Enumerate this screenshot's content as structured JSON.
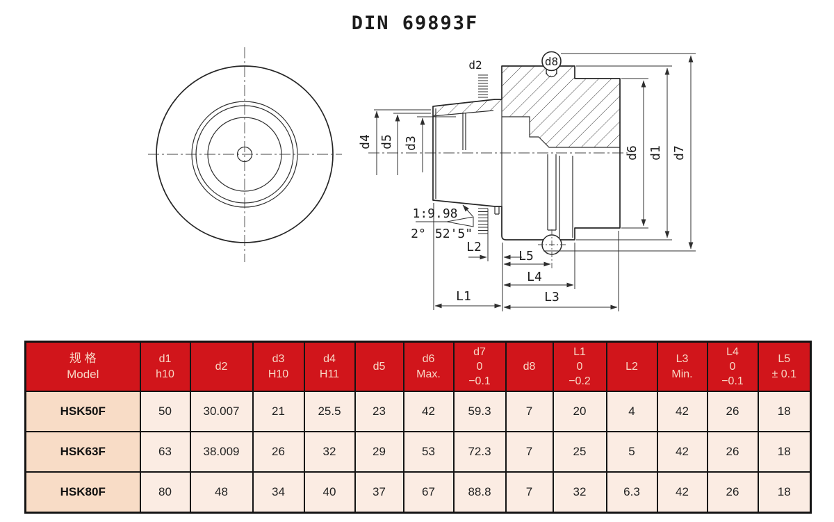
{
  "page": {
    "title": "DIN 69893F"
  },
  "drawing": {
    "dim_labels": {
      "d1": "d1",
      "d2": "d2",
      "d3": "d3",
      "d4": "d4",
      "d5": "d5",
      "d6": "d6",
      "d7": "d7",
      "d8": "d8",
      "L1": "L1",
      "L2": "L2",
      "L3": "L3",
      "L4": "L4",
      "L5": "L5"
    },
    "taper": {
      "ratio": "1:9.98",
      "angle_degrees": "2°",
      "angle_minutes_seconds": "52'5\""
    }
  },
  "table": {
    "header": {
      "model": "规 格\nModel",
      "columns": [
        "d1\nh10",
        "d2",
        "d3\nH10",
        "d4\nH11",
        "d5",
        "d6\nMax.",
        "d7\n0\n−0.1",
        "d8",
        "L1\n0\n−0.2",
        "L2",
        "L3\nMin.",
        "L4\n0\n−0.1",
        "L5\n± 0.1"
      ]
    },
    "rows": [
      {
        "model": "HSK50F",
        "values": [
          "50",
          "30.007",
          "21",
          "25.5",
          "23",
          "42",
          "59.3",
          "7",
          "20",
          "4",
          "42",
          "26",
          "18"
        ]
      },
      {
        "model": "HSK63F",
        "values": [
          "63",
          "38.009",
          "26",
          "32",
          "29",
          "53",
          "72.3",
          "7",
          "25",
          "5",
          "42",
          "26",
          "18"
        ]
      },
      {
        "model": "HSK80F",
        "values": [
          "80",
          "48",
          "34",
          "40",
          "37",
          "67",
          "88.8",
          "7",
          "32",
          "6.3",
          "42",
          "26",
          "18"
        ]
      }
    ]
  },
  "colors": {
    "header_bg": "#d1151b",
    "header_text": "#f8d7c5",
    "model_col_bg": "#f8dcc6",
    "cell_bg": "#fbece3",
    "table_border": "#141414",
    "line": "#2e2e2e"
  }
}
